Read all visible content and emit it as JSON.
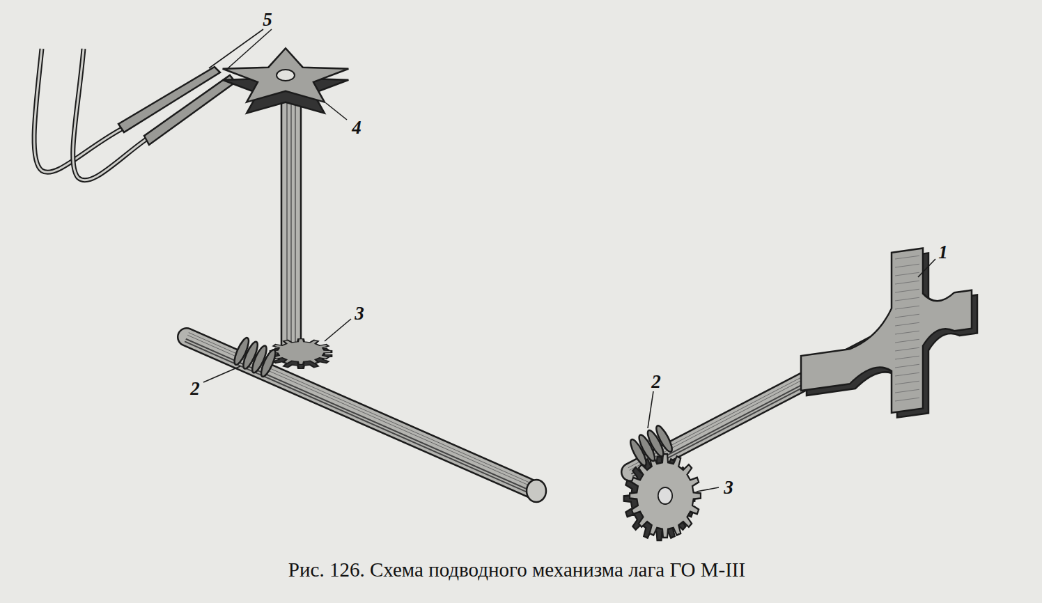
{
  "diagram": {
    "caption": "Рис. 126. Схема подводного механизма лага ГО М-III",
    "labels": [
      "5",
      "4",
      "3",
      "2",
      "1",
      "2",
      "3"
    ]
  }
}
